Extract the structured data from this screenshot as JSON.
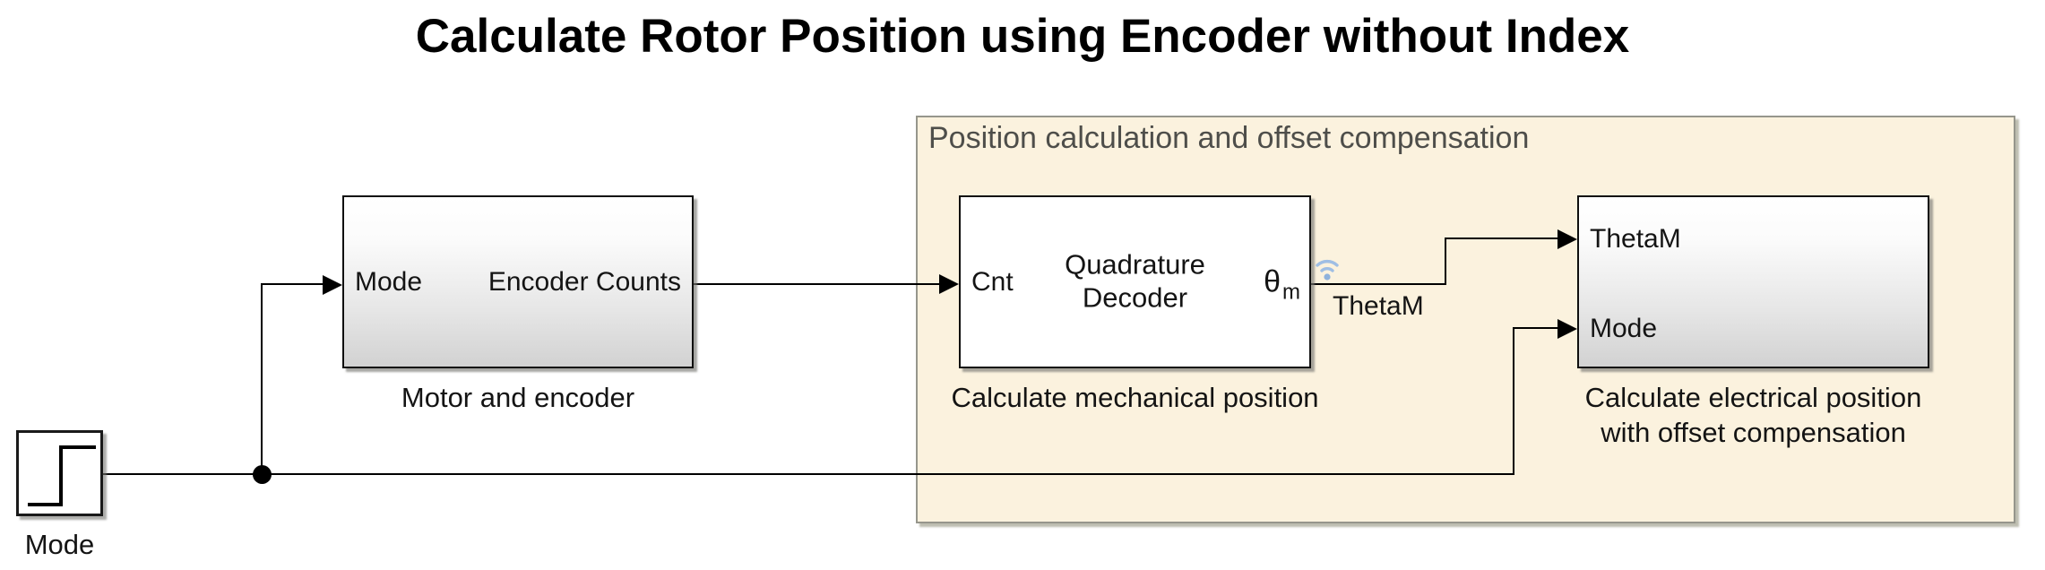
{
  "title": "Calculate Rotor Position using Encoder without Index",
  "area": {
    "title": "Position calculation and offset compensation",
    "fill": "#fbf2de",
    "border": "#96968c",
    "title_color": "#4e4e4a"
  },
  "blocks": {
    "step": {
      "caption": "Mode"
    },
    "motor": {
      "in_port": "Mode",
      "out_port": "Encoder Counts",
      "caption": "Motor and encoder"
    },
    "quadrature": {
      "in_port": "Cnt",
      "name_line1": "Quadrature",
      "name_line2": "Decoder",
      "out_port_theta": "θ",
      "out_port_sub": "m",
      "caption": "Calculate mechanical position"
    },
    "electrical": {
      "in_port_1": "ThetaM",
      "in_port_2": "Mode",
      "caption_line1": "Calculate electrical position",
      "caption_line2": "with offset compensation"
    }
  },
  "signals": {
    "theta_m": "ThetaM"
  },
  "icons": {
    "logging_badge": "wifi-icon",
    "source_glyph": "step-signal-icon"
  },
  "colors": {
    "canvas_bg": "#ffffff",
    "wire": "#000000",
    "block_border": "#0f0f0f",
    "block_gradient_bottom": "#d2d2d2",
    "logging_badge_blue": "#9fbee4",
    "text": "#141414"
  }
}
